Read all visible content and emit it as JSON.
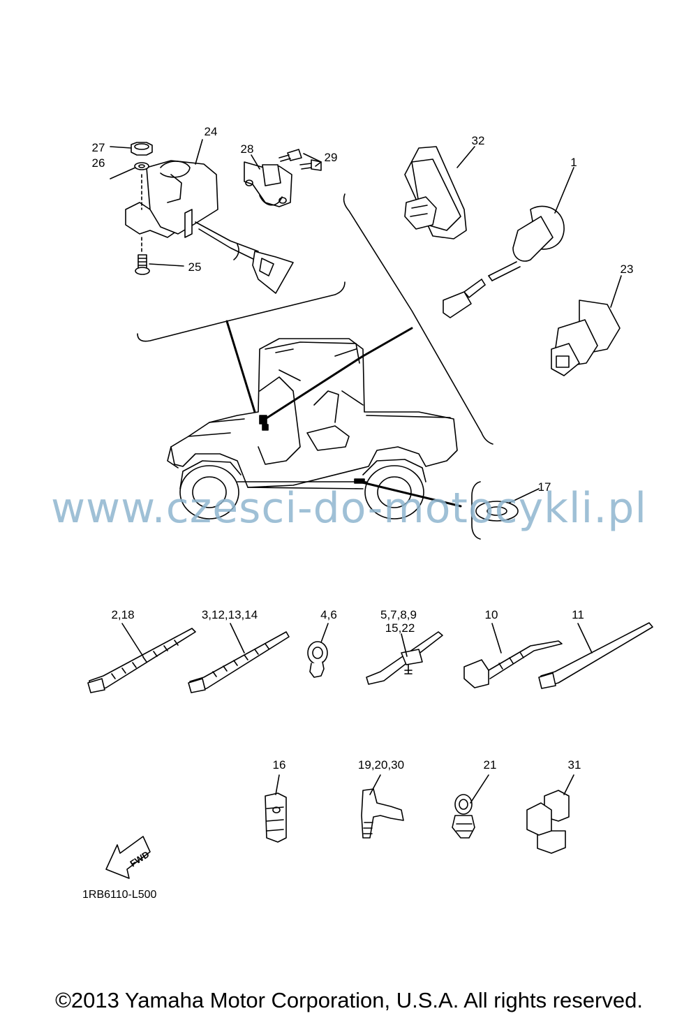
{
  "callouts": {
    "c1": "1",
    "c17": "17",
    "c23": "23",
    "c24": "24",
    "c25": "25",
    "c26": "26",
    "c27": "27",
    "c28": "28",
    "c29": "29",
    "c32": "32",
    "c2_18": "2,18",
    "c3_12_13_14": "3,12,13,14",
    "c4_6": "4,6",
    "c5_7_8_9": "5,7,8,9",
    "c15_22": "15,22",
    "c10": "10",
    "c11": "11",
    "c16": "16",
    "c19_20_30": "19,20,30",
    "c21": "21",
    "c31": "31"
  },
  "fwd_label": "FWD",
  "diagram_code": "1RB6110-L500",
  "watermark": "www.czesci-do-motocykli.pl",
  "copyright": "©2013 Yamaha Motor Corporation, U.S.A. All rights reserved."
}
